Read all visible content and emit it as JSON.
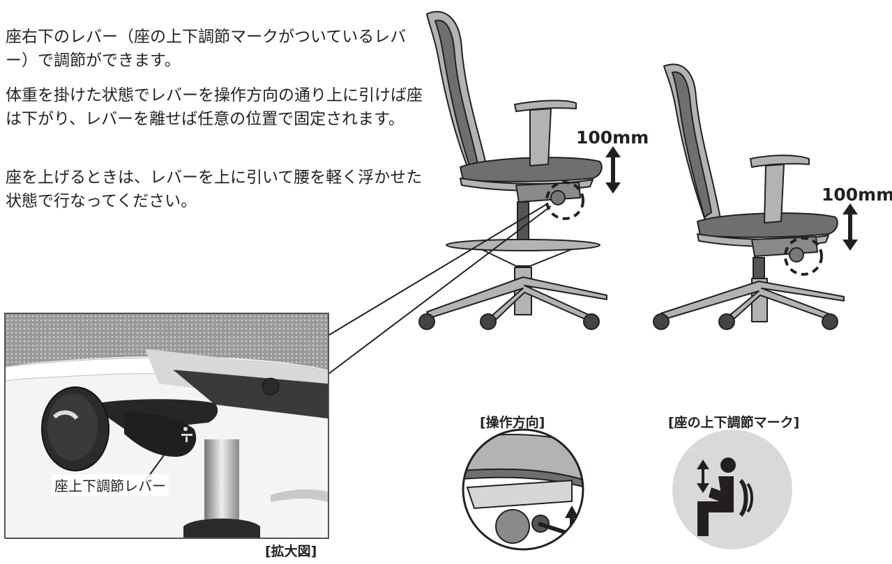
{
  "instructions": {
    "p1": "座右下のレバー（座の上下調節マークがついているレバー）で調節ができます。",
    "p2": "体重を掛けた状態でレバーを操作方向の通り上に引けば座は下がり、レバーを離せば任意の位置で固定されます。",
    "p3": "座を上げるときは、レバーを上に引いて腰を軽く浮かせた状態で行なってください。"
  },
  "dimensions": {
    "high_stool": "100mm",
    "standard_chair": "100mm"
  },
  "closeup": {
    "lever_label": "座上下調節レバー",
    "caption": "[拡大図]"
  },
  "captions": {
    "operation_direction": "[操作方向]",
    "height_mark": "[座の上下調節マーク]"
  },
  "colors": {
    "frame": "#b3b3b3",
    "mesh": "#6f6f6f",
    "outline": "#231f20",
    "mark_bg": "#d9d9d9"
  }
}
